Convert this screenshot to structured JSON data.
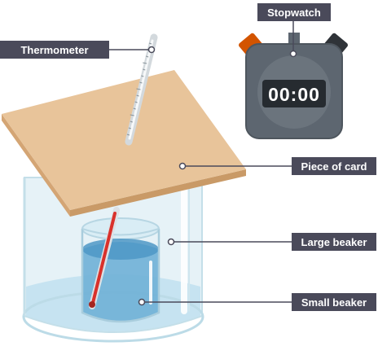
{
  "labels": {
    "thermometer": "Thermometer",
    "stopwatch": "Stopwatch",
    "piece_of_card": "Piece of card",
    "large_beaker": "Large beaker",
    "small_beaker": "Small beaker"
  },
  "stopwatch": {
    "display": "00:00"
  },
  "colors": {
    "label_bg": "#4a4a5a",
    "card": "#e8c49a",
    "card_edge": "#d8ac7c",
    "water": "#6aa9d0",
    "glass": "#dfeff5",
    "stopwatch_body": "#5d6670",
    "stopwatch_orange_button": "#d35400",
    "stopwatch_dark_button": "#2f3338",
    "display_bg": "#262b30",
    "thermometer_red": "#d9312b"
  }
}
